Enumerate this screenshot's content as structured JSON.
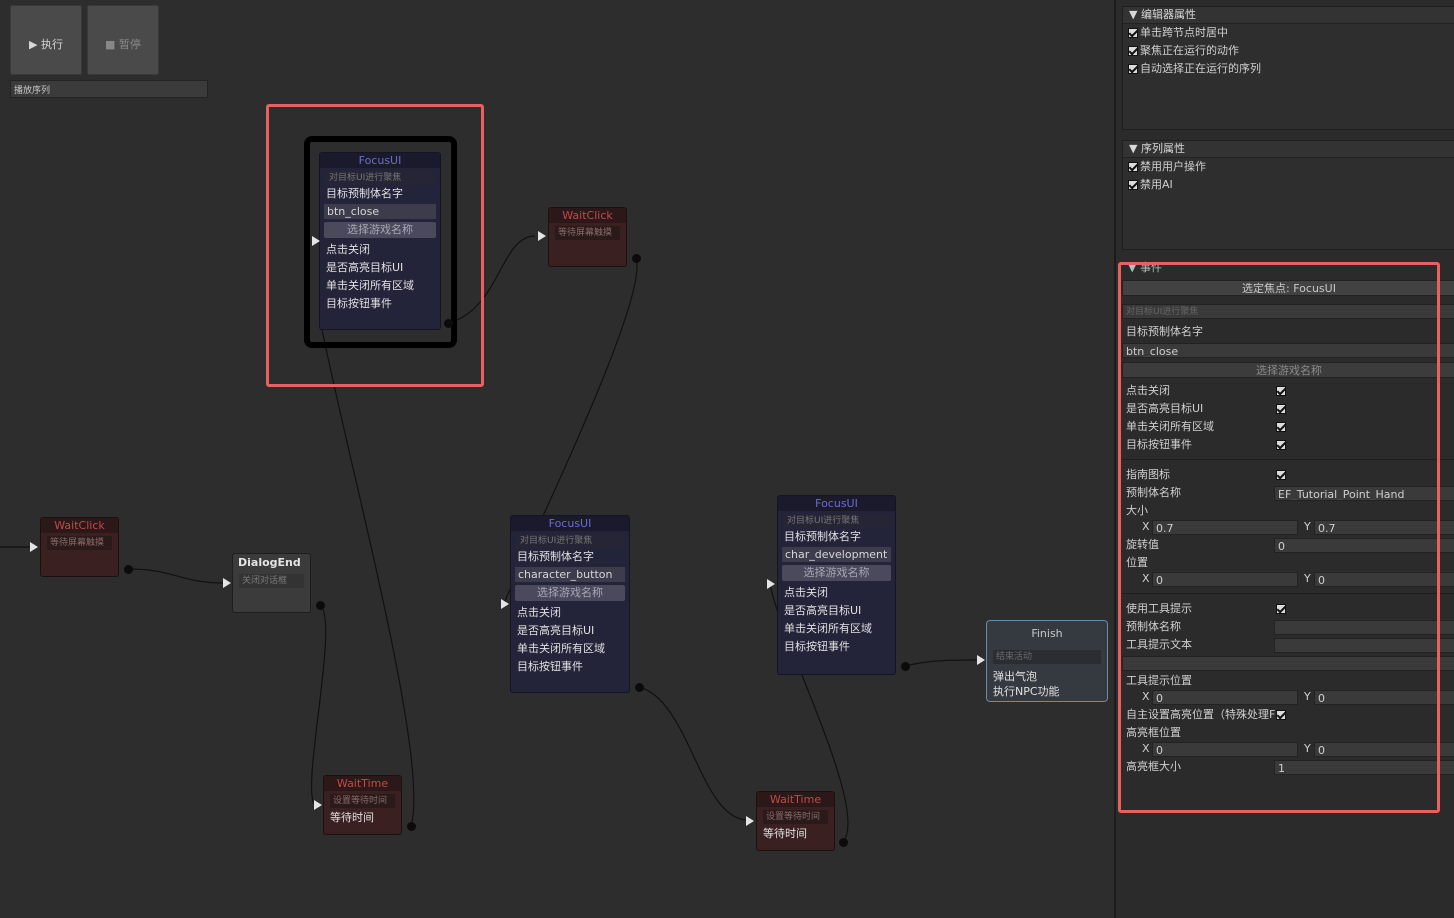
{
  "toolbar": {
    "run_label": "▶ 执行",
    "pause_label": "■ 暂停",
    "sequence_label": "播放序列"
  },
  "nodes": {
    "focus1": {
      "title": "FocusUI",
      "subtitle": "对目标UI进行聚焦",
      "prefab_label": "目标预制体名字",
      "prefab_value": "btn_close",
      "select_button": "选择游戏名称",
      "opt1": "点击关闭",
      "opt2": "是否高亮目标UI",
      "opt3": "单击关闭所有区域",
      "opt4": "目标按钮事件"
    },
    "waitclick1": {
      "title": "WaitClick",
      "subtitle": "等待屏幕触摸"
    },
    "waitclick2": {
      "title": "WaitClick",
      "subtitle": "等待屏幕触摸"
    },
    "dialogend": {
      "title": "DialogEnd",
      "subtitle": "关闭对话框"
    },
    "focus2": {
      "title": "FocusUI",
      "subtitle": "对目标UI进行聚焦",
      "prefab_label": "目标预制体名字",
      "prefab_value": "character_button",
      "select_button": "选择游戏名称",
      "opt1": "点击关闭",
      "opt2": "是否高亮目标UI",
      "opt3": "单击关闭所有区域",
      "opt4": "目标按钮事件"
    },
    "focus3": {
      "title": "FocusUI",
      "subtitle": "对目标UI进行聚焦",
      "prefab_label": "目标预制体名字",
      "prefab_value": "char_development",
      "select_button": "选择游戏名称",
      "opt1": "点击关闭",
      "opt2": "是否高亮目标UI",
      "opt3": "单击关闭所有区域",
      "opt4": "目标按钮事件"
    },
    "waittime1": {
      "title": "WaitTime",
      "subtitle": "设置等待时间",
      "row": "等待时间"
    },
    "waittime2": {
      "title": "WaitTime",
      "subtitle": "设置等待时间",
      "row": "等待时间"
    },
    "finish": {
      "title": "Finish",
      "subtitle": "结束活动",
      "row1": "弹出气泡",
      "row2": "执行NPC功能"
    }
  },
  "inspector": {
    "editor_props": {
      "title": "▼ 编辑器属性",
      "items": [
        "单击跨节点时居中",
        "聚焦正在运行的动作",
        "自动选择正在运行的序列"
      ]
    },
    "sequence_props": {
      "title": "▼ 序列属性",
      "items": [
        "禁用用户操作",
        "禁用AI"
      ]
    },
    "events": {
      "title": "▼ 事件",
      "selected_button": "选定焦点: FocusUI",
      "desc": "对目标UI进行聚焦",
      "prefab_label": "目标预制体名字",
      "prefab_value": "btn_close",
      "select_button": "选择游戏名称",
      "opt1": "点击关闭",
      "opt2": "是否高亮目标UI",
      "opt3": "单击关闭所有区域",
      "opt4": "目标按钮事件",
      "guide_icon": "指南图标",
      "prefab_name_label": "预制体名称",
      "prefab_name_value": "EF_Tutorial_Point_Hand",
      "size_label": "大小",
      "x_label": "X",
      "y_label": "Y",
      "size_x": "0.7",
      "size_y": "0.7",
      "rotation_label": "旋转值",
      "rotation_value": "0",
      "position_label": "位置",
      "pos_x": "0",
      "pos_y": "0",
      "use_tooltip": "使用工具提示",
      "tooltip_prefab_label": "预制体名称",
      "tooltip_text_label": "工具提示文本",
      "tooltip_pos_label": "工具提示位置",
      "tip_x": "0",
      "tip_y": "0",
      "custom_highlight": "自主设置高亮位置（特殊处理F",
      "highlight_pos_label": "高亮框位置",
      "hl_x": "0",
      "hl_y": "0",
      "highlight_size_label": "高亮框大小",
      "highlight_size_value": "1"
    }
  }
}
